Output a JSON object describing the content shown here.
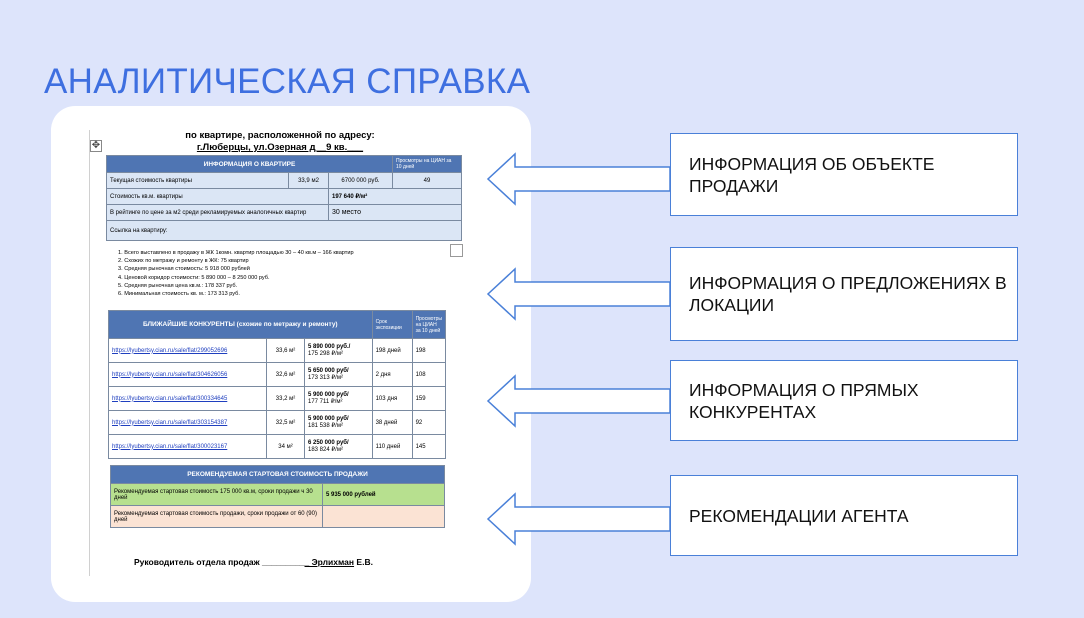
{
  "title": "АНАЛИТИЧЕСКАЯ СПРАВКА",
  "doc": {
    "heading_line1": "по квартире, расположенной по адресу:",
    "heading_line2": "г.Люберцы, ул.Озерная д__9 кв.___",
    "handle_icon": "move-handle-icon",
    "apartment_table": {
      "header": "ИНФОРМАЦИЯ О КВАРТИРЕ",
      "header_views": "Просмотры на ЦИАН за 10 дней",
      "row1_label": "Текущая стоимость квартиры",
      "row1_area": "33,9 м2",
      "row1_price": "6700 000 руб.",
      "row1_views": "49",
      "row2_label": "Стоимость кв.м. квартиры",
      "row2_value": "197 640 ₽/м²",
      "row3_label": "В рейтинге по цене за м2 среди рекламируемых аналогичных квартир",
      "row3_value": "30 место",
      "row4_label": "Ссылка на квартиру:"
    },
    "notes": [
      "1.  Всего выставлено в продажу в ЖК 1комн. квартир площадью 30 – 40 кв.м – 166 квартир",
      "2.  Схожих по метражу и ремонту в ЖК: 75 квартир",
      "3.  Средняя рыночная стоимость: 5 918 000 рублей",
      "4.  Ценовой коридор стоимости: 5 890 000 – 8 250 000 руб.",
      "5.  Средняя рыночная цена кв.м.: 178 337 руб.",
      "6.  Минимальная стоимость кв. м.: 173 313 руб."
    ],
    "competitors_table": {
      "header": "БЛИЖАЙШИЕ КОНКУРЕНТЫ (схожие по метражу и ремонту)",
      "header_days": "Срок экспозиции",
      "header_views": "Просмотры на ЦИАН за 10 дней",
      "rows": [
        {
          "link": "https://lyubertsy.cian.ru/sale/flat/299052696",
          "area": "33,6 м²",
          "price": "5 890 000 руб./",
          "ppm": "175 298 ₽/м²",
          "days": "198 дней",
          "views": "198"
        },
        {
          "link": "https://lyubertsy.cian.ru/sale/flat/304626056",
          "area": "32,6 м²",
          "price": "5 650 000 руб/",
          "ppm": "173 313 ₽/м²",
          "days": "2 дня",
          "views": "108"
        },
        {
          "link": "https://lyubertsy.cian.ru/sale/flat/300334645",
          "area": "33,2 м²",
          "price": "5 900 000 руб/",
          "ppm": "177 711 ₽/м²",
          "days": "103 дня",
          "views": "159"
        },
        {
          "link": "https://lyubertsy.cian.ru/sale/flat/303154387",
          "area": "32,5 м²",
          "price": "5 900 000 руб/",
          "ppm": "181 538 ₽/м²",
          "days": "38 дней",
          "views": "92"
        },
        {
          "link": "https://lyubertsy.cian.ru/sale/flat/300023167",
          "area": "34 м²",
          "price": "6 250 000 руб/",
          "ppm": "183 824 ₽/м²",
          "days": "110 дней",
          "views": "145"
        }
      ]
    },
    "recommend_table": {
      "header": "РЕКОМЕНДУЕМАЯ СТАРТОВАЯ СТОИМОСТЬ ПРОДАЖИ",
      "row1_label": "Рекомендуемая стартовая стоимость 175 000 кв.м, сроки продажи ч 30 дней",
      "row1_value": "5 935 000 рублей",
      "row2_label": "Рекомендуемая стартовая стоимость продажи, сроки продажи от 60 (90) дней",
      "row2_value": ""
    },
    "signature_prefix": "Руководитель отдела продаж _________",
    "signature_name": "_ Эрлихман",
    "signature_suffix": " Е.В."
  },
  "callouts": [
    {
      "text": "ИНФОРМАЦИЯ ОБ ОБЪЕКТЕ ПРОДАЖИ"
    },
    {
      "text": "ИНФОРМАЦИЯ О ПРЕДЛОЖЕНИЯХ В ЛОКАЦИИ"
    },
    {
      "text": "ИНФОРМАЦИЯ О ПРЯМЫХ КОНКУРЕНТАХ"
    },
    {
      "text": "РЕКОМЕНДАЦИИ АГЕНТА"
    }
  ],
  "colors": {
    "background": "#dde4fb",
    "title": "#3e6fe0",
    "table_header": "#4f75b3",
    "callout_border": "#4a80d8",
    "recommend_green": "#b7e08f",
    "recommend_peach": "#fbe3d4"
  }
}
